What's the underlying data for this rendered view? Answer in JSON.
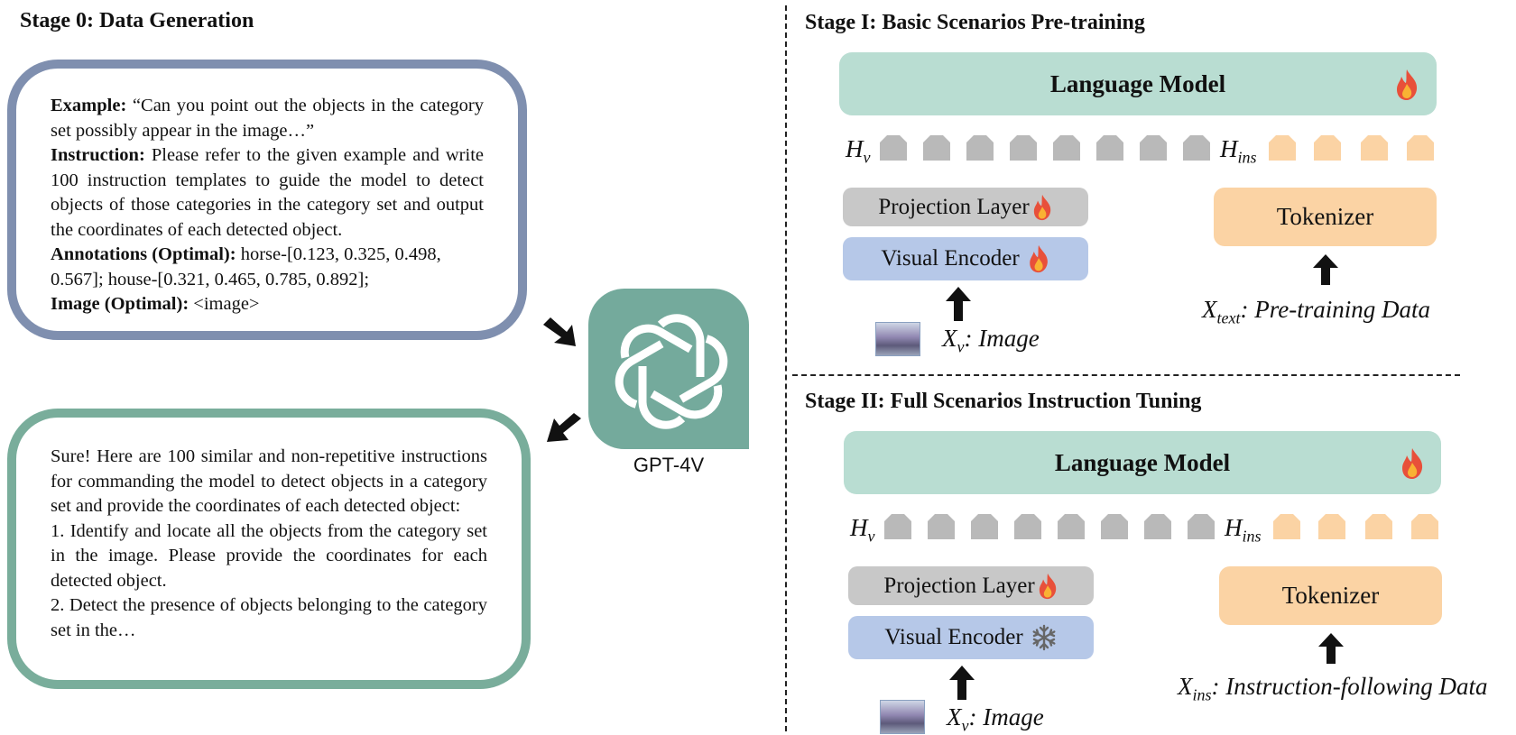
{
  "stage0": {
    "title": "Stage 0: Data Generation",
    "prompt": {
      "example_label": "Example:",
      "example_text": " “Can you point out the objects in the category set possibly appear in the image…”",
      "instruction_label": "Instruction:",
      "instruction_text": " Please refer to the given example and write 100 instruction templates to guide the model to detect objects of those categories in the category set and output the coordinates of each detected object.",
      "annotations_label": "Annotations (Optimal):",
      "annotations_text": " horse-[0.123, 0.325, 0.498, 0.567]; house-[0.321, 0.465, 0.785, 0.892];",
      "image_label": "Image (Optimal):",
      "image_text": " <image>"
    },
    "response": {
      "intro": "Sure! Here are 100 similar and non-repetitive instructions for commanding the model to detect objects in a category set and provide the coordinates of each detected object:",
      "item1": "1. Identify and locate all the objects from the category set in the image. Please provide the coordinates for each detected object.",
      "item2": "2. Detect the presence of objects belonging to the category set in the…"
    },
    "gpt_label": "GPT-4V"
  },
  "stage1": {
    "title": "Stage I: Basic Scenarios Pre-training",
    "language_model": "Language Model",
    "h_v": "H",
    "h_v_sub": "v",
    "h_ins": "H",
    "h_ins_sub": "ins",
    "projection_layer": "Projection Layer",
    "visual_encoder": "Visual Encoder",
    "tokenizer": "Tokenizer",
    "x_v": "X",
    "x_v_sub": "v",
    "x_v_desc": ": Image",
    "x_text": "X",
    "x_text_sub": "text",
    "x_text_desc": ": Pre-training Data"
  },
  "stage2": {
    "title": "Stage II: Full Scenarios Instruction Tuning",
    "language_model": "Language Model",
    "h_v": "H",
    "h_v_sub": "v",
    "h_ins": "H",
    "h_ins_sub": "ins",
    "projection_layer": "Projection Layer",
    "visual_encoder": "Visual Encoder",
    "tokenizer": "Tokenizer",
    "x_v": "X",
    "x_v_sub": "v",
    "x_v_desc": ": Image",
    "x_ins": "X",
    "x_ins_sub": "ins",
    "x_ins_desc": ": Instruction-following Data"
  },
  "colors": {
    "prompt_border": "#7f8faf",
    "response_border": "#79ad9b",
    "gpt_bg": "#74aa9c",
    "language_model": "#b9ddd2",
    "projection": "#c8c8c8",
    "visual_encoder": "#b6c8e8",
    "tokenizer": "#fbd3a4",
    "flame": "#e8503a"
  },
  "icons": {
    "trainable": "flame-icon",
    "frozen": "snowflake-icon",
    "gpt": "openai-logo-icon"
  }
}
